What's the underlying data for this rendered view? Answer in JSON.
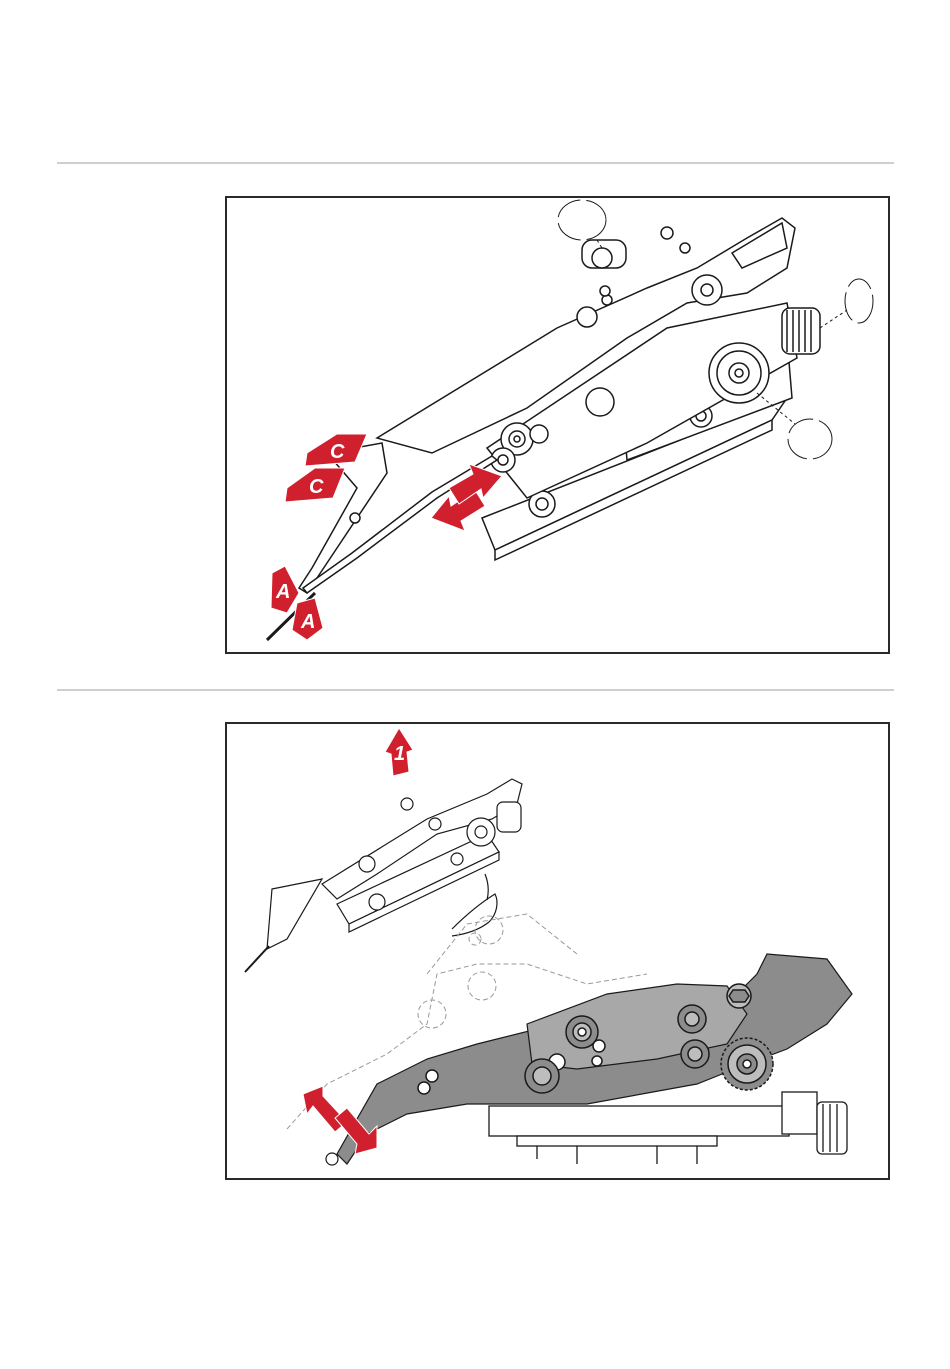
{
  "figure_1": {
    "callouts": [
      {
        "label": "C",
        "id": "c-upper"
      },
      {
        "label": "C",
        "id": "c-lower"
      },
      {
        "label": "A",
        "id": "a-upper"
      },
      {
        "label": "A",
        "id": "a-lower"
      }
    ],
    "arrow_color": "#d0202e"
  },
  "figure_2": {
    "callouts": [
      {
        "label": "1",
        "id": "step-1"
      }
    ],
    "arrow_color": "#d0202e"
  },
  "colors": {
    "frame": "#2a2a2a",
    "rule": "#cfcfcf",
    "part_fill": "#ffffff",
    "part_stroke": "#1a1a1a",
    "shaded_part": "#8c8c8c",
    "ghost_part": "#bdbdbd"
  }
}
